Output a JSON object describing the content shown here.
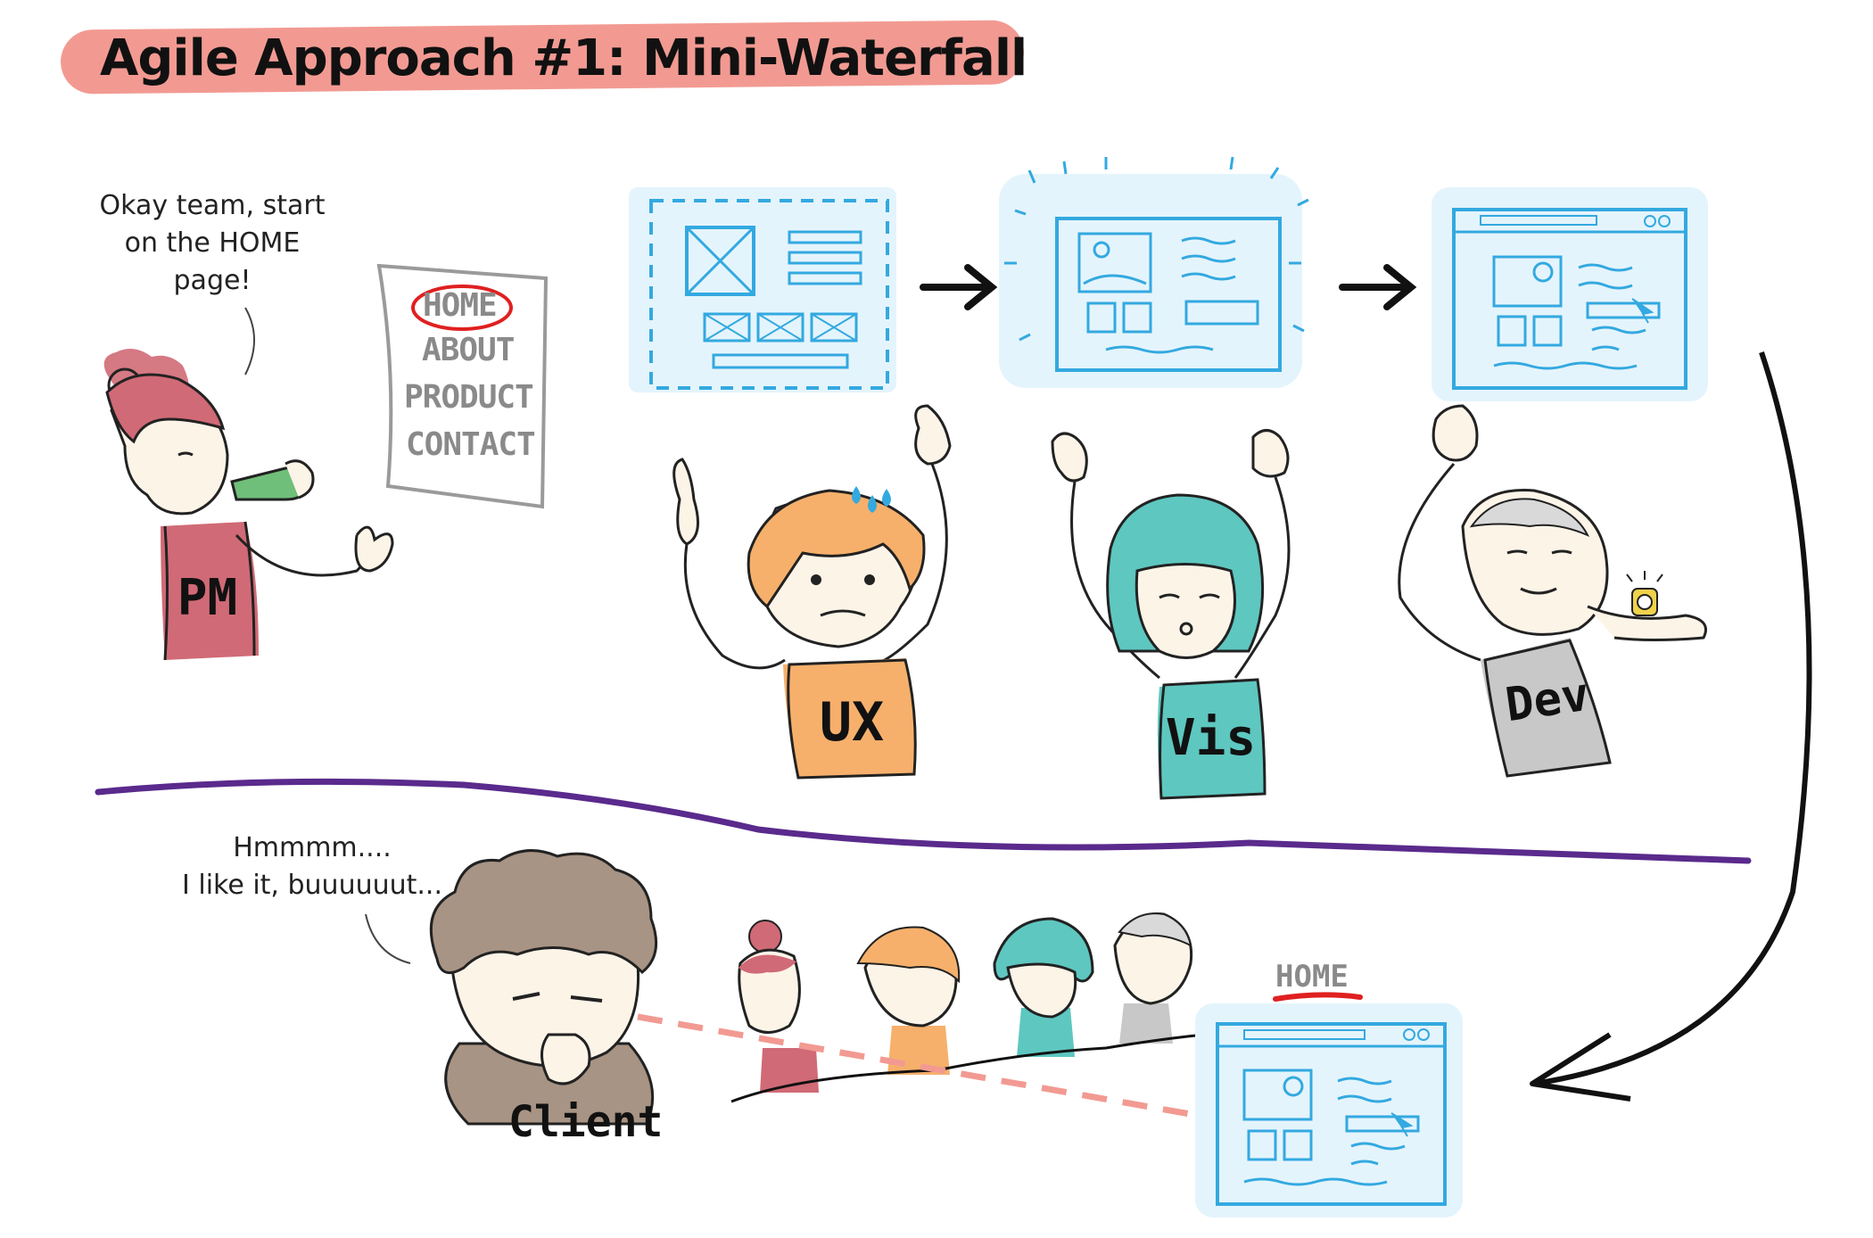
{
  "title": "Agile Approach #1: Mini-Waterfall",
  "pm_speech": [
    "Okay team, start",
    "on the HOME",
    "page!"
  ],
  "menu": {
    "items": [
      "HOME",
      "ABOUT",
      "PRODUCT",
      "CONTACT"
    ],
    "highlighted": "HOME"
  },
  "roles": {
    "pm": "PM",
    "ux": "UX",
    "vis": "Vis",
    "dev": "Dev",
    "client": "Client"
  },
  "client_speech": [
    "Hmmmm....",
    "I like it, buuuuuut..."
  ],
  "home_label": "HOME",
  "colors": {
    "title_pill": "#f29a92",
    "pm_shirt": "#d06a76",
    "ux_shirt": "#f6b06b",
    "vis_shirt": "#5ec7c0",
    "dev_shirt": "#c8c8c8",
    "client_shirt": "#a89484",
    "wireframe_blue": "#33a9e0",
    "wireframe_bg": "#e4f4fc",
    "divider": "#5a2a8c",
    "highlight_red": "#e02020",
    "gaze_line": "#f29a92"
  },
  "icons": [
    "whistle-icon",
    "arrow-right-icon",
    "curved-arrow-icon",
    "sweat-drops-icon",
    "watch-icon",
    "cursor-icon"
  ]
}
